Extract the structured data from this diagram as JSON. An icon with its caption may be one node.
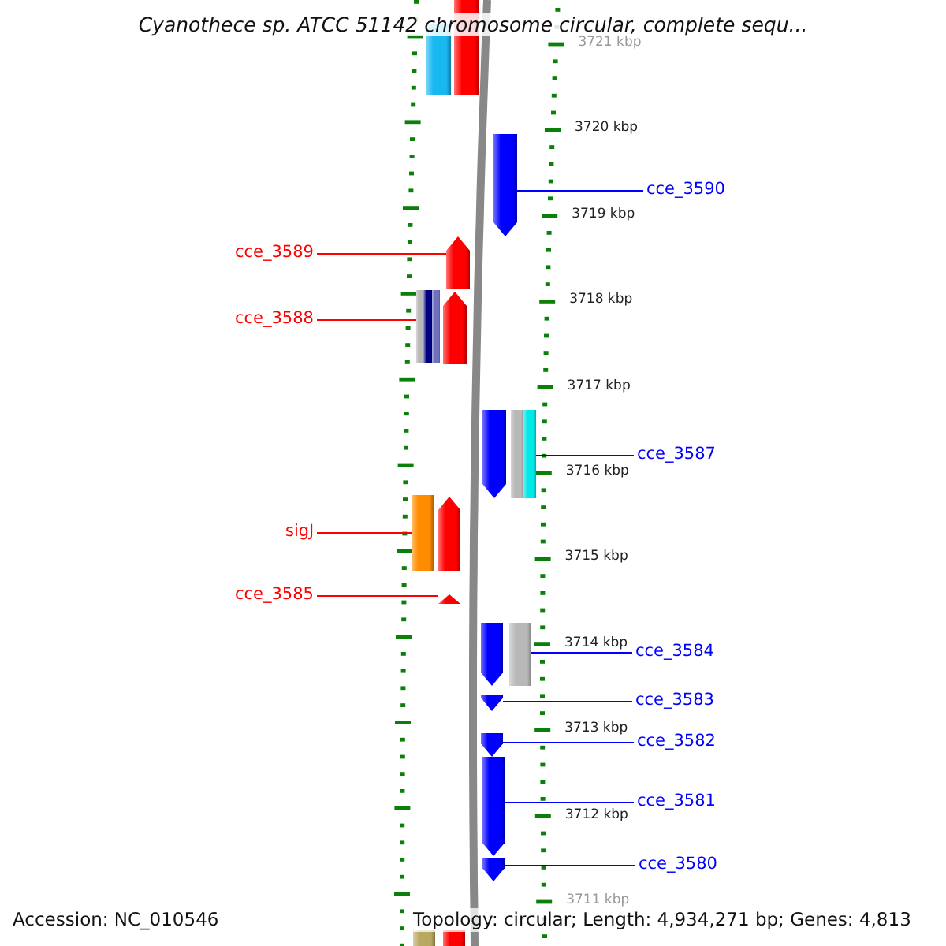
{
  "diagram": {
    "title": "Cyanothece sp. ATCC 51142 chromosome circular, complete sequ...",
    "nodes": [
      {
        "text": [],
        "shape": "bar"
      },
      {
        "text": [],
        "shape": "bar"
      },
      {
        "text": [],
        "shape": "arrow"
      },
      {
        "text": [],
        "shape": "arrow"
      },
      {
        "text": [],
        "shape": "bar"
      },
      {
        "text": [],
        "shape": "arrow"
      },
      {
        "text": [],
        "shape": "arrow"
      },
      {
        "text": [],
        "shape": "bar"
      },
      {
        "text": [],
        "shape": "bar"
      },
      {
        "text": [],
        "shape": "arrow"
      },
      {
        "text": [],
        "shape": "arrow"
      },
      {
        "text": [],
        "shape": "arrow"
      },
      {
        "text": [],
        "shape": "bar"
      },
      {
        "text": [],
        "shape": "arrow"
      },
      {
        "text": [],
        "shape": "arrow"
      },
      {
        "text": [],
        "shape": "arrow"
      },
      {
        "text": [],
        "shape": "arrow"
      },
      {
        "text": [],
        "shape": "bar"
      },
      {
        "text": [],
        "shape": "bar"
      },
      {
        "text": [
          "cce_3590"
        ]
      },
      {
        "text": [
          "cce_3589"
        ]
      },
      {
        "text": [
          "cce_3588"
        ]
      },
      {
        "text": [
          "cce_3587"
        ]
      },
      {
        "text": [
          "sigJ"
        ]
      },
      {
        "text": [
          "cce_3585"
        ]
      },
      {
        "text": [
          "cce_3584"
        ]
      },
      {
        "text": [
          "cce_3583"
        ]
      },
      {
        "text": [
          "cce_3582"
        ]
      },
      {
        "text": [
          "cce_3581"
        ]
      },
      {
        "text": [
          "cce_3580"
        ]
      }
    ],
    "edges": [
      {
        "from": 19,
        "to": 2,
        "arrow": "none"
      },
      {
        "from": 20,
        "to": 3,
        "arrow": "none",
        "color": "#ff0000"
      },
      {
        "from": 21,
        "to": 4,
        "arrow": "none",
        "color": "#ff0000"
      },
      {
        "from": 22,
        "to": 7,
        "arrow": "none"
      },
      {
        "from": 23,
        "to": 8,
        "arrow": "none",
        "color": "#ff0000"
      },
      {
        "from": 24,
        "to": 10,
        "arrow": "none",
        "color": "#ff0000"
      },
      {
        "from": 25,
        "to": 12,
        "arrow": "none"
      },
      {
        "from": 26,
        "to": 13,
        "arrow": "none"
      },
      {
        "from": 27,
        "to": 14,
        "arrow": "none"
      },
      {
        "from": 28,
        "to": 15,
        "arrow": "none"
      },
      {
        "from": 29,
        "to": 16,
        "arrow": "none"
      }
    ],
    "labels": [
      "3721 kbp",
      "3720 kbp",
      "3719 kbp",
      "3718 kbp",
      "3717 kbp",
      "3716 kbp",
      "3715 kbp",
      "3714 kbp",
      "3713 kbp",
      "3712 kbp",
      "3711 kbp",
      "Accession: NC_010546",
      "Topology: circular; Length: 4,934,271 bp; Genes: 4,813"
    ]
  }
}
